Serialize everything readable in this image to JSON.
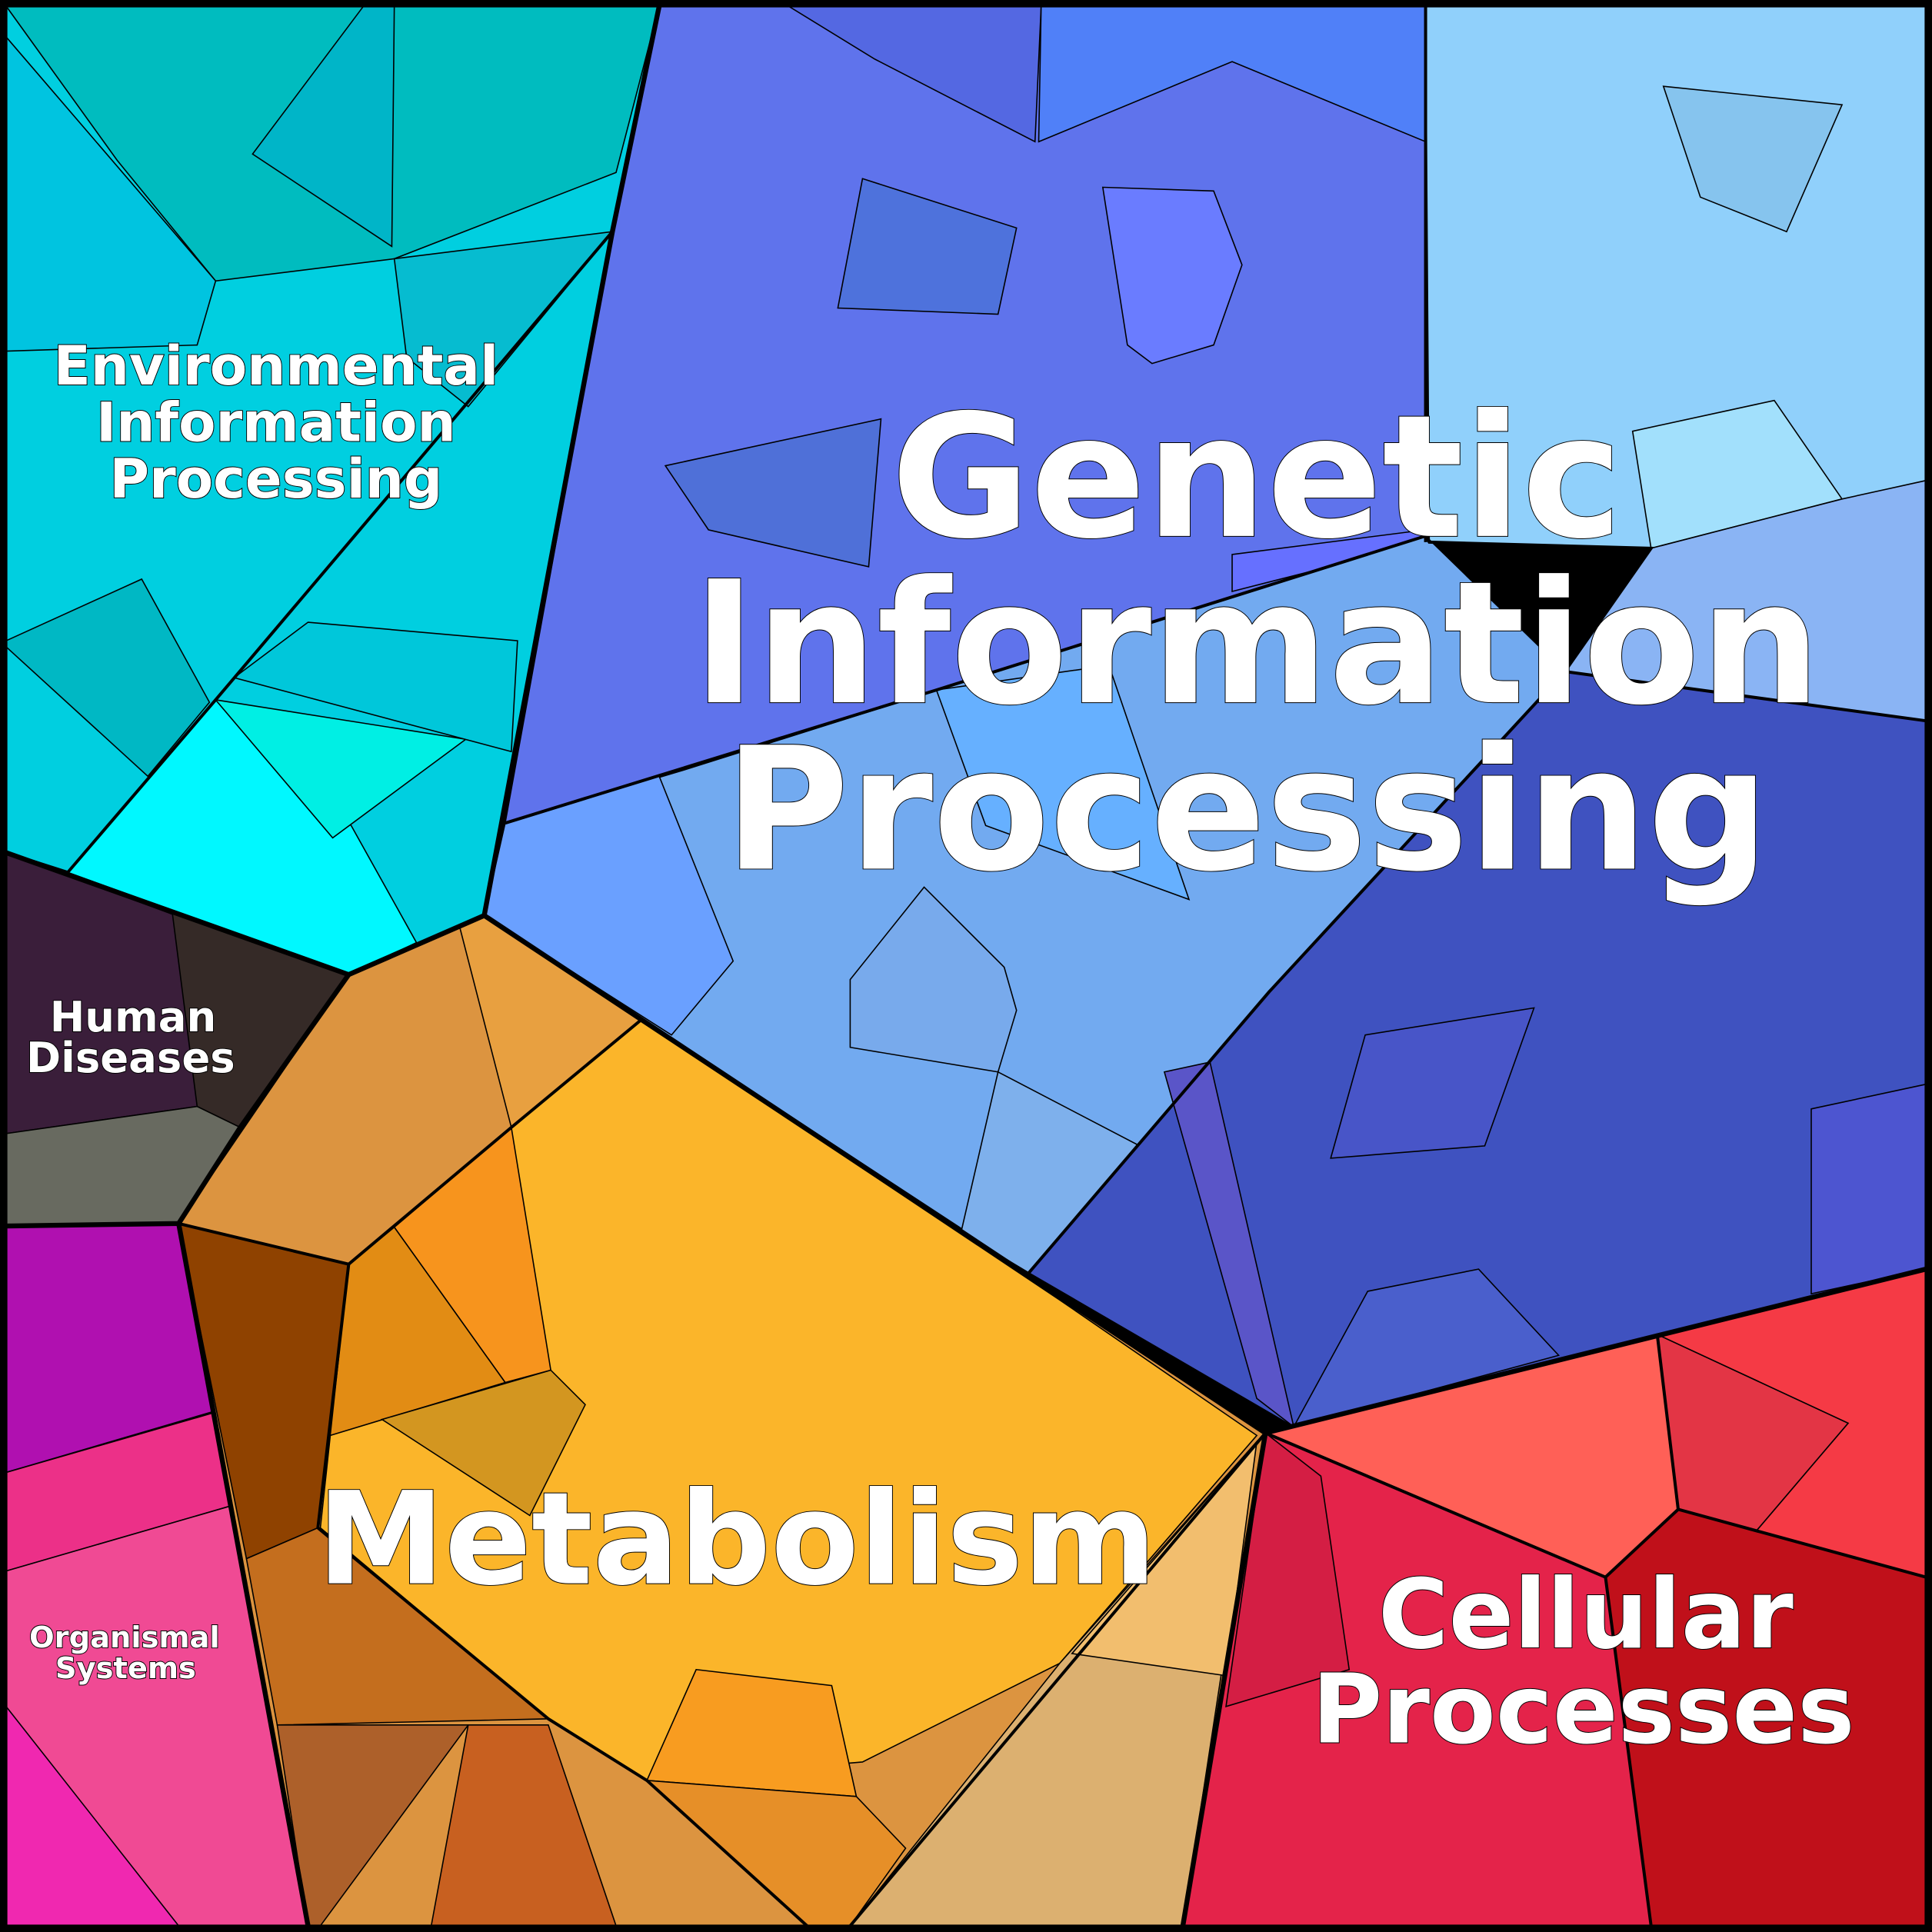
{
  "diagram": {
    "type": "voronoi-treemap",
    "categories": [
      {
        "label": "Environmental Information Processing",
        "lines": [
          "Environmental",
          "Information",
          "Processing"
        ],
        "color": "#00cfe0"
      },
      {
        "label": "Genetic Information Processing",
        "lines": [
          "Genetic",
          "Information",
          "Processing"
        ],
        "color": "#5f73ec"
      },
      {
        "label": "Human Diseases",
        "lines": [
          "Human",
          "Diseases"
        ],
        "color": "#352a27"
      },
      {
        "label": "Organismal Systems",
        "lines": [
          "Organismal",
          "Systems"
        ],
        "color": "#f04a94"
      },
      {
        "label": "Metabolism",
        "lines": [
          "Metabolism"
        ],
        "color": "#fbb52a"
      },
      {
        "label": "Cellular Processes",
        "lines": [
          "Cellular",
          "Processes"
        ],
        "color": "#e4234a"
      }
    ]
  }
}
